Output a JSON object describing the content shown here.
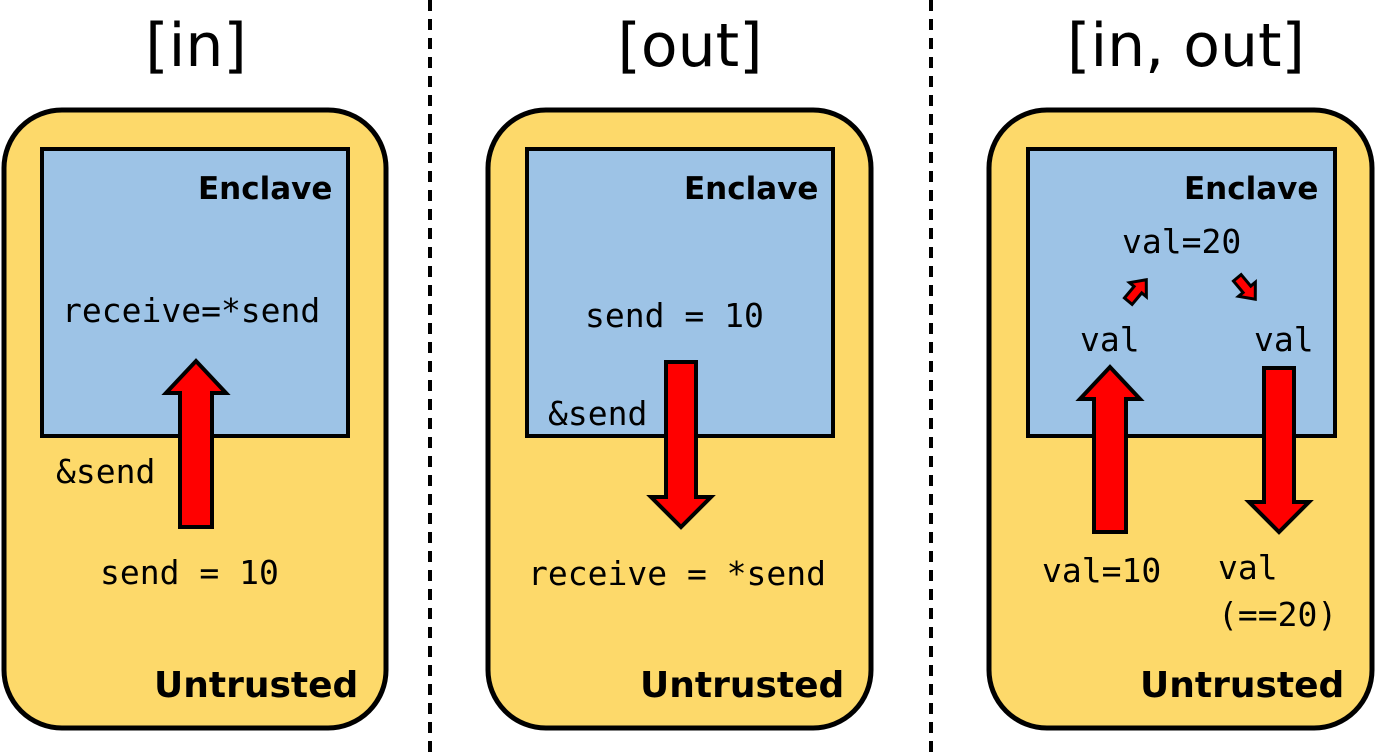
{
  "colors": {
    "untrusted_fill": "#FDD96A",
    "enclave_fill": "#9DC3E6",
    "arrow_fill": "#FF0000",
    "stroke": "#000000"
  },
  "panels": [
    {
      "title": "[in]",
      "enclave_label": "Enclave",
      "untrusted_label": "Untrusted",
      "texts": {
        "receive": "receive=*send",
        "pointer": "&send",
        "send": "send = 10"
      }
    },
    {
      "title": "[out]",
      "enclave_label": "Enclave",
      "untrusted_label": "Untrusted",
      "texts": {
        "send": "send = 10",
        "pointer": "&send",
        "receive": "receive = *send"
      }
    },
    {
      "title": "[in, out]",
      "enclave_label": "Enclave",
      "untrusted_label": "Untrusted",
      "texts": {
        "val_top": "val=20",
        "val_left": "val",
        "val_right": "val",
        "val_init": "val=10",
        "val_result_1": "val",
        "val_result_2": "(==20)"
      }
    }
  ]
}
